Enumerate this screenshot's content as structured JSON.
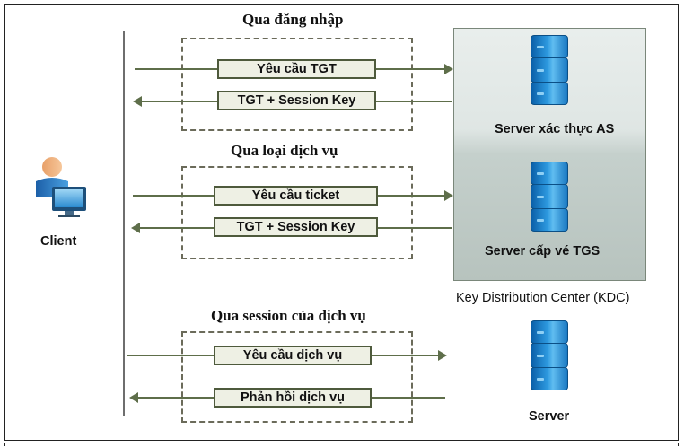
{
  "phases": {
    "login": {
      "title": "Qua đăng nhập",
      "request": "Yêu cầu TGT",
      "response": "TGT + Session Key"
    },
    "service_type": {
      "title": "Qua loại dịch vụ",
      "request": "Yêu cầu ticket",
      "response": "TGT + Session Key"
    },
    "session": {
      "title": "Qua session của dịch vụ",
      "request": "Yêu cầu dịch vụ",
      "response": "Phản hồi dịch vụ"
    }
  },
  "client": {
    "label": "Client",
    "icon": "user-computer-icon"
  },
  "kdc": {
    "label": "Key Distribution Center (KDC)",
    "as_label": "Server xác thực AS",
    "tgs_label": "Server cấp vé TGS"
  },
  "server": {
    "label": "Server",
    "icon": "server-icon"
  },
  "colors": {
    "arrow": "#5e6e4a",
    "box_fill": "#eef0e4",
    "server_blue": "#2e9ae0"
  }
}
